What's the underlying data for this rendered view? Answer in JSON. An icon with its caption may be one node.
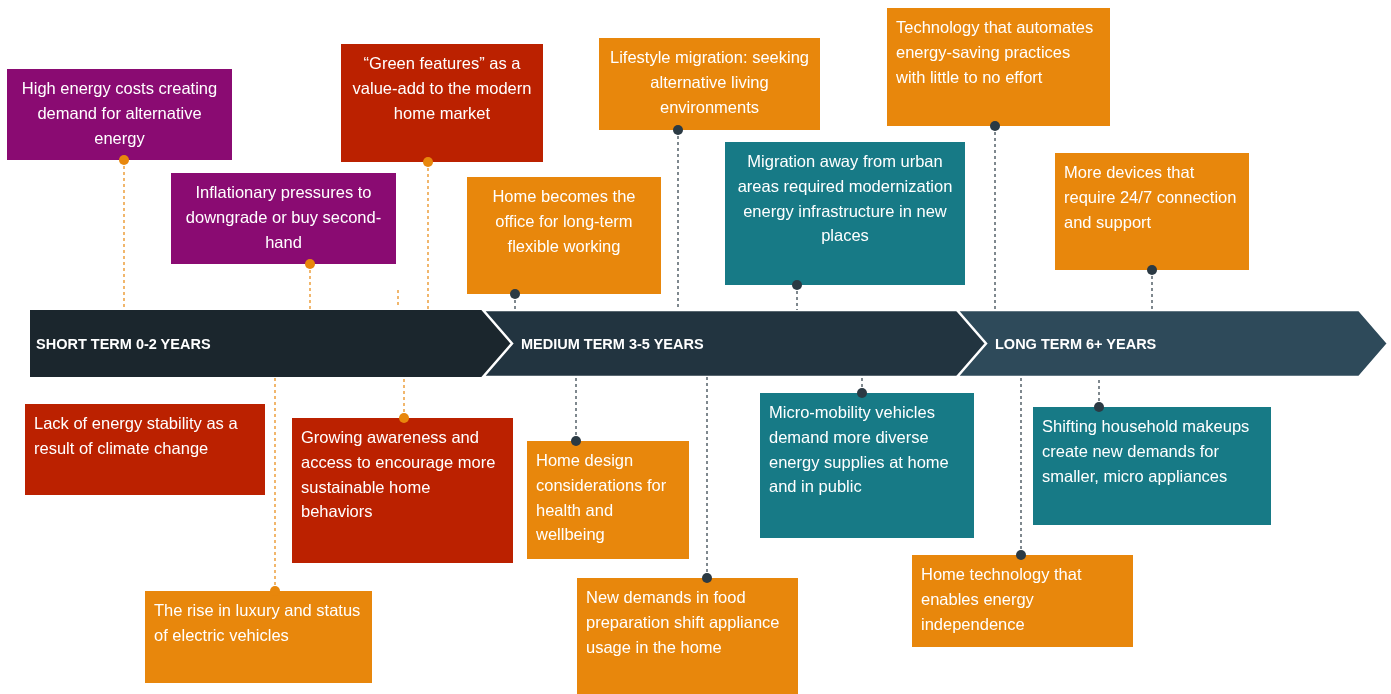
{
  "diagram": {
    "nodes": [
      {
        "text": [
          "SHORT TERM 0-2 YEARS"
        ]
      },
      {
        "text": [
          "MEDIUM TERM 3-5 YEARS"
        ]
      },
      {
        "text": [
          "LONG TERM 6+ YEARS"
        ]
      },
      {
        "text": [
          "High energy costs creating demand for alternative energy"
        ]
      },
      {
        "text": [
          "“Green features” as a value-add to the modern home market"
        ]
      },
      {
        "text": [
          "Lifestyle migration: seeking alternative living environments"
        ]
      },
      {
        "text": [
          "Technology that automates energy-saving practices with little to no effort"
        ]
      },
      {
        "text": [
          "Inflationary pressures to downgrade or buy second-hand"
        ]
      },
      {
        "text": [
          "Home becomes the office for long-term flexible working"
        ]
      },
      {
        "text": [
          "Migration away from urban areas required modernization energy infrastructure in new places"
        ]
      },
      {
        "text": [
          "More devices that require 24/7 connection and support"
        ]
      },
      {
        "text": [
          "Lack of energy stability as a result of climate change"
        ]
      },
      {
        "text": [
          "Growing awareness and access to encourage more sustainable home behaviors"
        ]
      },
      {
        "text": [
          "Home design considerations for health and wellbeing"
        ]
      },
      {
        "text": [
          "Micro-mobility vehicles demand more diverse energy supplies at home and in public"
        ]
      },
      {
        "text": [
          "Shifting household makeups create new demands for smaller, micro appliances"
        ]
      },
      {
        "text": [
          "The rise in luxury and status of electric vehicles"
        ]
      },
      {
        "text": [
          "New demands in food preparation shift appliance usage in the home"
        ]
      },
      {
        "text": [
          "Home technology that enables energy independence"
        ]
      }
    ],
    "edges": [
      {
        "from": 3,
        "to": 0,
        "arrow": "other",
        "style": "dashed",
        "color": "#e8870c"
      },
      {
        "from": 4,
        "to": 0,
        "arrow": "other",
        "style": "dashed",
        "color": "#e8870c"
      },
      {
        "from": 5,
        "to": 1,
        "arrow": "other",
        "style": "dashed"
      },
      {
        "from": 6,
        "to": 2,
        "arrow": "other",
        "style": "dashed"
      },
      {
        "from": 7,
        "to": 0,
        "arrow": "other",
        "style": "dashed",
        "color": "#e8870c"
      },
      {
        "from": 8,
        "to": 1,
        "arrow": "other",
        "style": "dashed"
      },
      {
        "from": 9,
        "to": 1,
        "arrow": "other",
        "style": "dashed"
      },
      {
        "from": 10,
        "to": 2,
        "arrow": "other",
        "style": "dashed"
      },
      {
        "from": 12,
        "to": 0,
        "arrow": "other",
        "style": "dashed",
        "color": "#e8870c"
      },
      {
        "from": 13,
        "to": 1,
        "arrow": "other",
        "style": "dashed"
      },
      {
        "from": 14,
        "to": 1,
        "arrow": "other",
        "style": "dashed"
      },
      {
        "from": 15,
        "to": 2,
        "arrow": "other",
        "style": "dashed"
      },
      {
        "from": 16,
        "to": 0,
        "arrow": "other",
        "style": "dashed",
        "color": "#e8870c"
      },
      {
        "from": 17,
        "to": 1,
        "arrow": "other",
        "style": "dashed"
      },
      {
        "from": 18,
        "to": 2,
        "arrow": "other",
        "style": "dashed"
      }
    ]
  }
}
